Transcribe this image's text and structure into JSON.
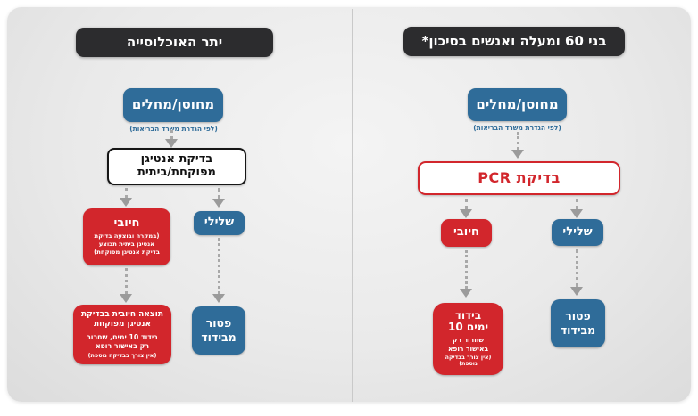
{
  "colors": {
    "red": "#d2262c",
    "blue": "#2f6c99",
    "dark": "#2c2c2e",
    "arrow": "#9b9b9b",
    "divider": "#c9c9c9"
  },
  "right_chart": {
    "header": "בני 60 ומעלה ואנשים בסיכון*",
    "start_title": "מחוסן/מחלים",
    "start_subtitle": "(לפי הגדרת משרד הבריאות)",
    "test_label": "בדיקת PCR",
    "positive_label": "חיובי",
    "negative_label": "שלילי",
    "isolation_title_line1": "בידוד",
    "isolation_title_line2": "10 ימים",
    "isolation_body": "שחרור רק\nבאישור רופא",
    "isolation_note": "(אין צורך בבדיקה\nנוספת)",
    "exempt_label": "פטור\nמבידוד"
  },
  "left_chart": {
    "header": "יתר האוכלוסייה",
    "start_title": "מחוסן/מחלים",
    "start_subtitle": "(לפי הגדרת משרד הבריאות)",
    "test_label": "בדיקת אנטיגן\nמפוקחת/ביתית",
    "positive_label": "חיובי",
    "positive_note": "(במקרה ובוצעה בדיקת\nאנטיגן ביתית תבוצע\nבדיקת אנטיגן מפוקחת)",
    "negative_label": "שלילי",
    "result_title": "תוצאה חיובית בבדיקת\nאנטיגן מפוקחת",
    "result_body": "בידוד 10 ימים, שחרור\nרק באישור רופא",
    "result_note": "(אין צורך בבדיקה נוספת)",
    "exempt_label": "פטור\nמבידוד"
  }
}
